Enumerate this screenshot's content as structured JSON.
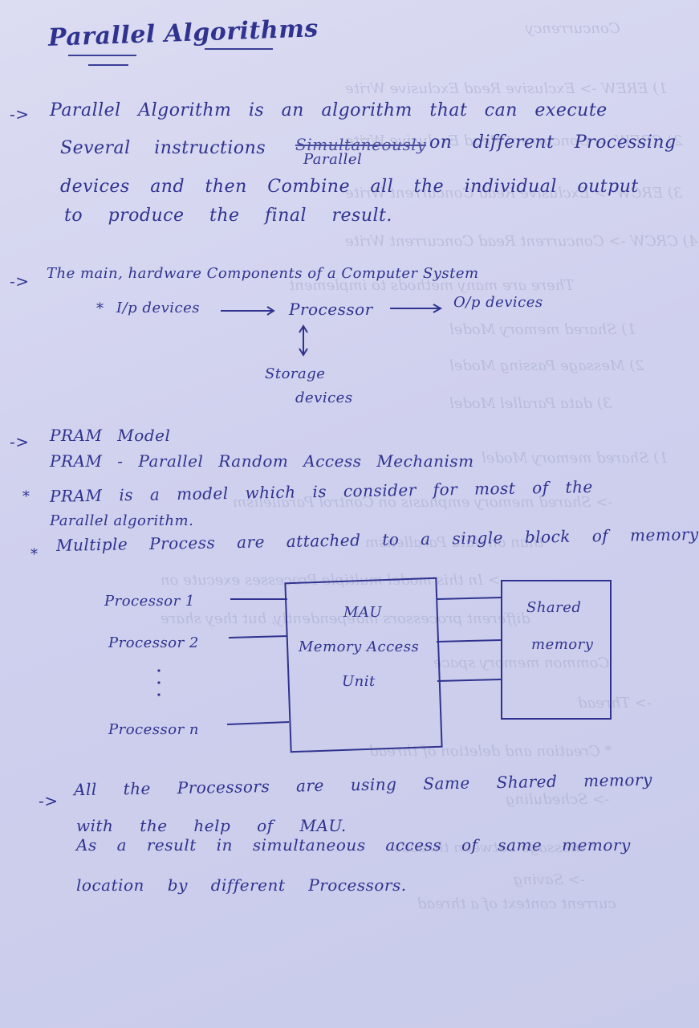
{
  "title": "Parallel Algorithms",
  "sec1": {
    "arrow": "->",
    "line1": "Parallel Algorithm is an algorithm that can execute",
    "line2a": "Several instructions",
    "struck": "Simultaneously",
    "line2b": "on different Processing",
    "insert": "Parallel",
    "line3": "devices and then Combine all the individual output",
    "line4": "to produce the final result."
  },
  "sec2": {
    "arrow": "->",
    "heading": "The main, hardware Components of a Computer System",
    "bullet": "*",
    "input": "I/p devices",
    "processor": "Processor",
    "output": "O/p devices",
    "storage1": "Storage",
    "storage2": "devices"
  },
  "sec3": {
    "arrow": "->",
    "heading": "PRAM Model",
    "expansion": "PRAM - Parallel Random Access Mechanism",
    "b1a": "PRAM is a model which is consider for most of the",
    "b1b": "Parallel algorithm.",
    "b2": "Multiple Process are attached to a single block of memory"
  },
  "diagram": {
    "p1": "Processor 1",
    "p2": "Processor 2",
    "pn": "Processor n",
    "mau1": "MAU",
    "mau2": "Memory Access",
    "mau3": "Unit",
    "shared1": "Shared",
    "shared2": "memory"
  },
  "sec4": {
    "arrow": "->",
    "l1": "All the Processors are using Same Shared memory",
    "l2": "with the help of MAU.",
    "l3": "As a result in simultaneous access of same memory",
    "l4": "location by different Processors."
  },
  "bleed": {
    "b1": "Concurrency",
    "b2": "1) EREW -> Exclusive Read Exclusive Write",
    "b3": "2) CREW -> Concurrent Read Exclusive Write",
    "b4": "3) ERCW -> Exclusive Read Concurrent Write",
    "b5": "4) CRCW -> Concurrent Read Concurrent Write",
    "b6": "There are many methods to implement",
    "b7": "1) Shared memory Model",
    "b8": "2) Message Passing Model",
    "b9": "3) data Parallel Model",
    "b10": "1) Shared memory Model",
    "b11": "-> Shared memory emphasis on Control Parallelism",
    "b12": "than on data Parallelism",
    "b13": "-> In this model multiple Processes execute on",
    "b14": "different processors independently, but they share",
    "b15": "Common memory space",
    "b16": "-> Thread",
    "b17": "* Creation and deletion of thread",
    "b18": "-> Scheduling",
    "b19": "* message between threads",
    "b20": "-> Saving",
    "b21": "current context of a thread"
  }
}
